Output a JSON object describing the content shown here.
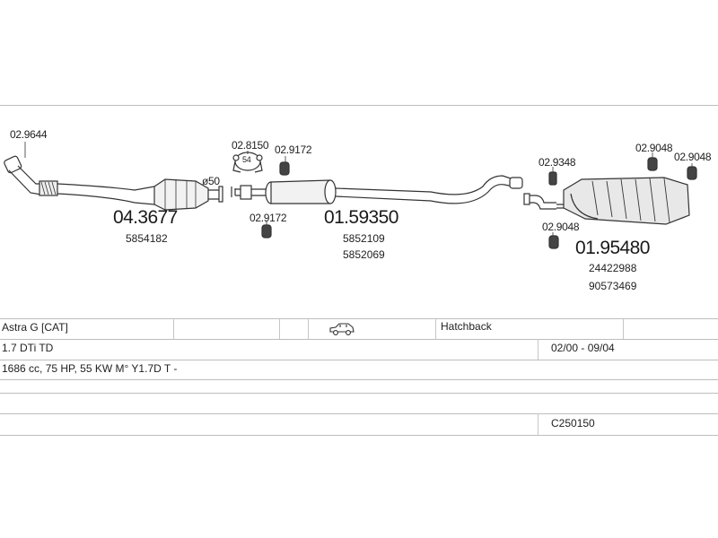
{
  "parts": {
    "downpipe": {
      "code": "02.9644"
    },
    "cat_converter": {
      "number": "04.3677",
      "ref1": "5854182",
      "diameter": "ø50"
    },
    "gasket_top": {
      "code": "02.8150",
      "size": "54"
    },
    "rubber_top": {
      "code": "02.9172"
    },
    "rubber_low": {
      "code": "02.9172"
    },
    "middle_silencer": {
      "number": "01.59350",
      "ref1": "5852109",
      "ref2": "5852069"
    },
    "rear_clamp": {
      "code": "02.9348"
    },
    "rear_rubber_low": {
      "code": "02.9048"
    },
    "rear_rubber_top1": {
      "code": "02.9048"
    },
    "rear_rubber_top2": {
      "code": "02.9048"
    },
    "rear_silencer": {
      "number": "01.95480",
      "ref1": "24422988",
      "ref2": "90573469"
    }
  },
  "info": {
    "model": "Astra G  [CAT]",
    "body_type": "Hatchback",
    "engine": "1.7 DTi TD",
    "period": "02/00 - 09/04",
    "specs": "1686 cc, 75 HP, 55 KW M° Y1.7D T -",
    "system_code": "C250150",
    "car_icon": "hatchback-car-icon"
  },
  "colors": {
    "lines": "#bdbdbd",
    "drawing": "#333333"
  }
}
